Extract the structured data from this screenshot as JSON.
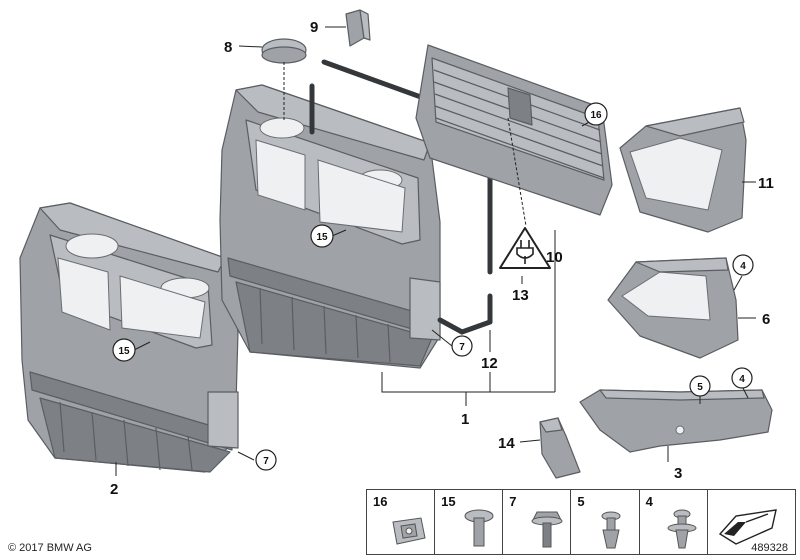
{
  "callouts": {
    "c1": "1",
    "c2": "2",
    "c3": "3",
    "c4a": "4",
    "c4b": "4",
    "c5": "5",
    "c6": "6",
    "c7a": "7",
    "c7b": "7",
    "c8": "8",
    "c9": "9",
    "c10": "10",
    "c11": "11",
    "c12": "12",
    "c13": "13",
    "c14": "14",
    "c15a": "15",
    "c15b": "15",
    "c16": "16"
  },
  "legend": [
    "16",
    "15",
    "7",
    "5",
    "4"
  ],
  "footer": {
    "copyright": "© 2017 BMW AG",
    "drawing_number": "489328"
  },
  "colors": {
    "plastic_light": "#b9bcc0",
    "plastic_mid": "#9fa3a8",
    "plastic_dark": "#7d8186",
    "line": "#222222"
  }
}
